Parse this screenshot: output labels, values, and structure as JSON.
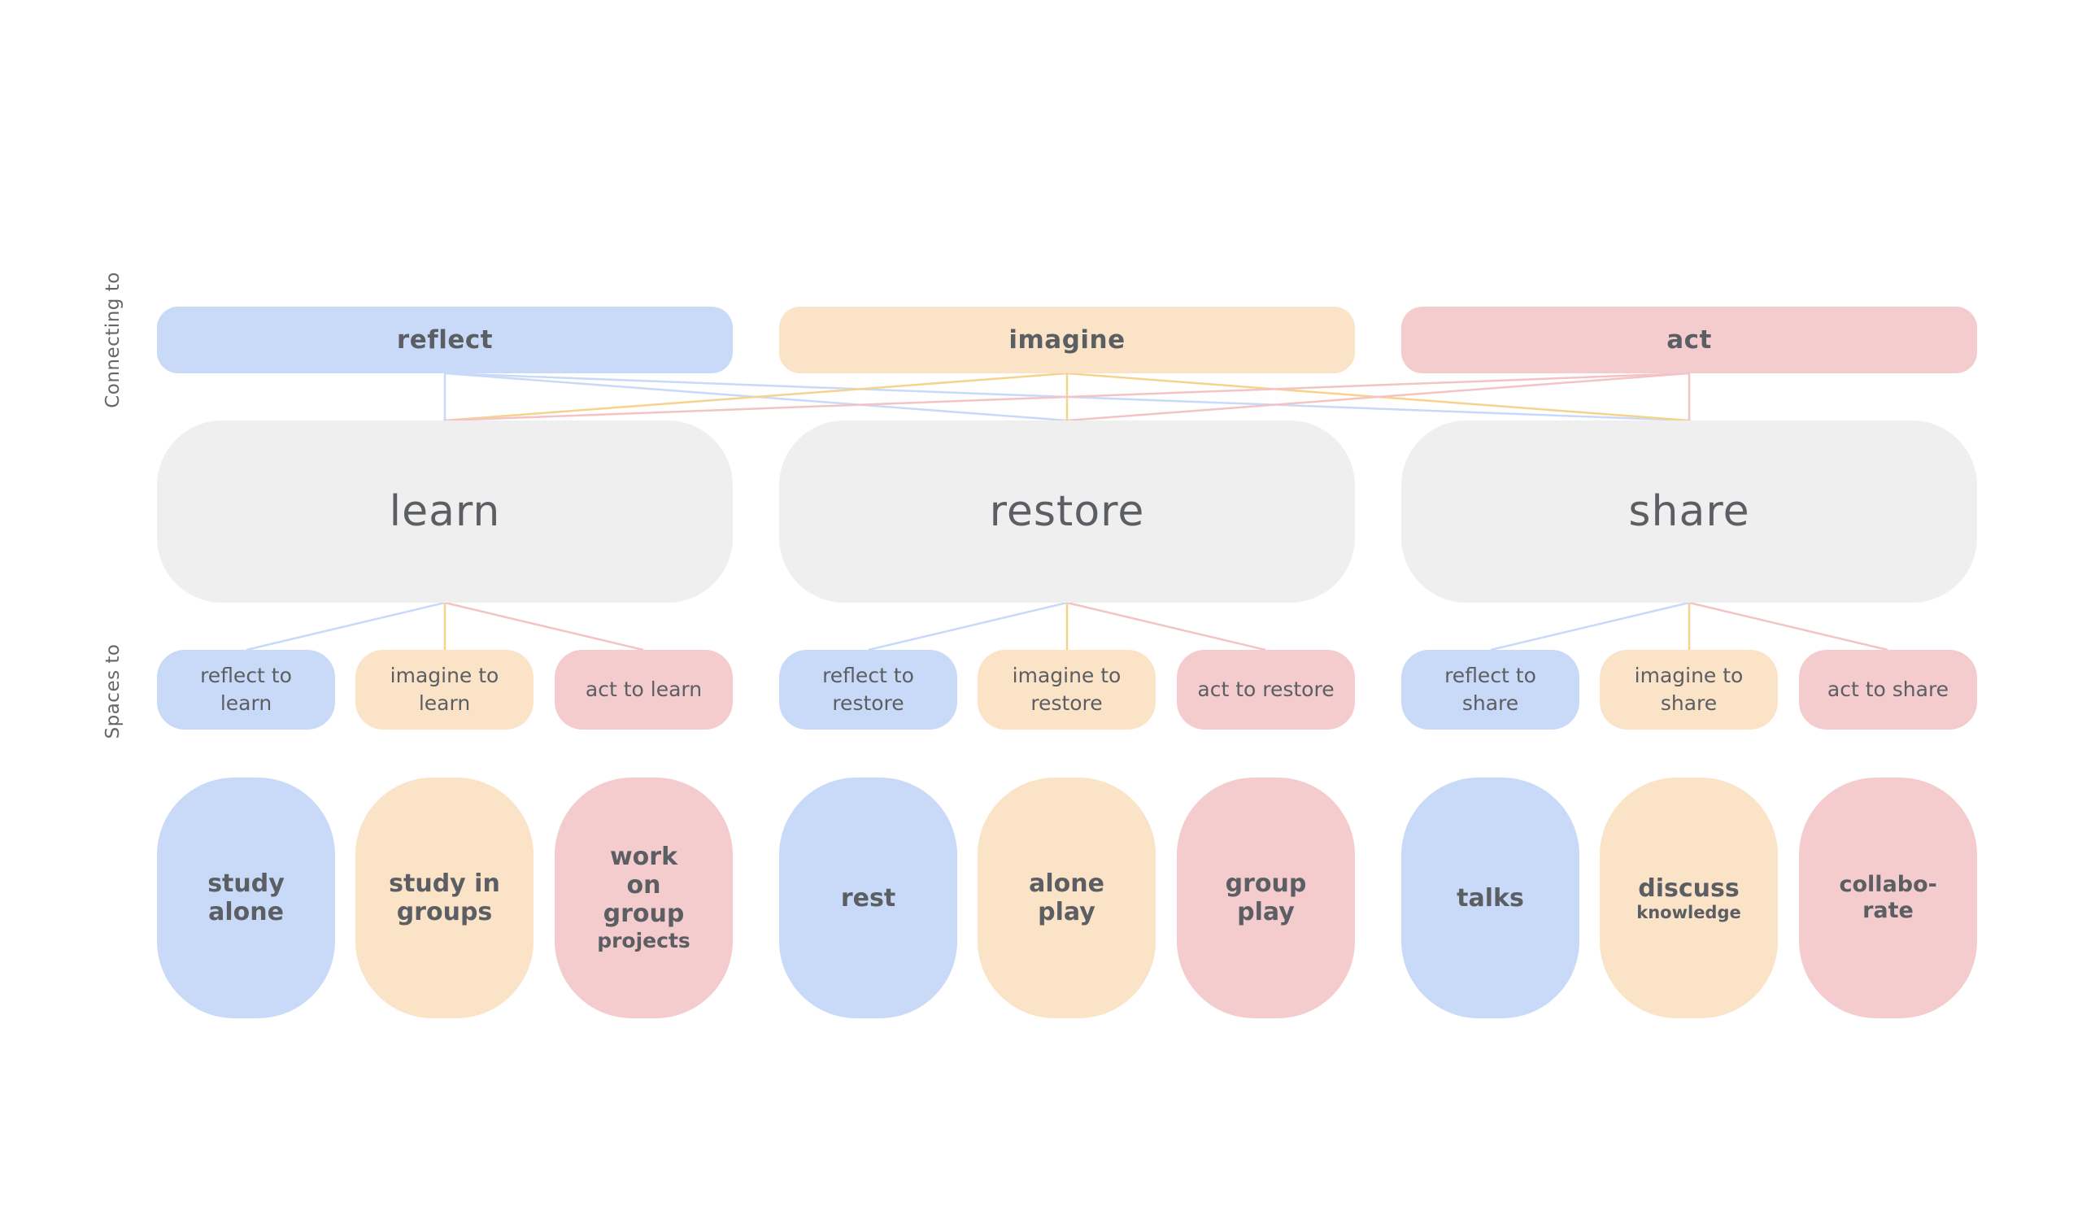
{
  "side_labels": {
    "connecting": "Connecting to",
    "spaces": "Spaces to"
  },
  "categories": [
    {
      "label": "reflect",
      "color": "#c8daf7"
    },
    {
      "label": "imagine",
      "color": "#fbe3c8"
    },
    {
      "label": "act",
      "color": "#f4cccd"
    }
  ],
  "modes": [
    {
      "label": "learn"
    },
    {
      "label": "restore"
    },
    {
      "label": "share"
    }
  ],
  "spaces": [
    "reflect to learn",
    "imagine to learn",
    "act to learn",
    "reflect to restore",
    "imagine to restore",
    "act to restore",
    "reflect to share",
    "imagine to share",
    "act to share"
  ],
  "activities": [
    {
      "label": "study alone",
      "sub": ""
    },
    {
      "label": "study in groups",
      "sub": ""
    },
    {
      "label": "work on group",
      "sub": "projects"
    },
    {
      "label": "rest",
      "sub": ""
    },
    {
      "label": "alone play",
      "sub": ""
    },
    {
      "label": "group play",
      "sub": ""
    },
    {
      "label": "talks",
      "sub": ""
    },
    {
      "label": "discuss",
      "sub": "knowledge"
    },
    {
      "label": "collabo-rate",
      "sub": ""
    }
  ],
  "line_colors": {
    "blue": "#c8daf7",
    "orange": "#f6d38c",
    "red": "#f4c3c5"
  }
}
